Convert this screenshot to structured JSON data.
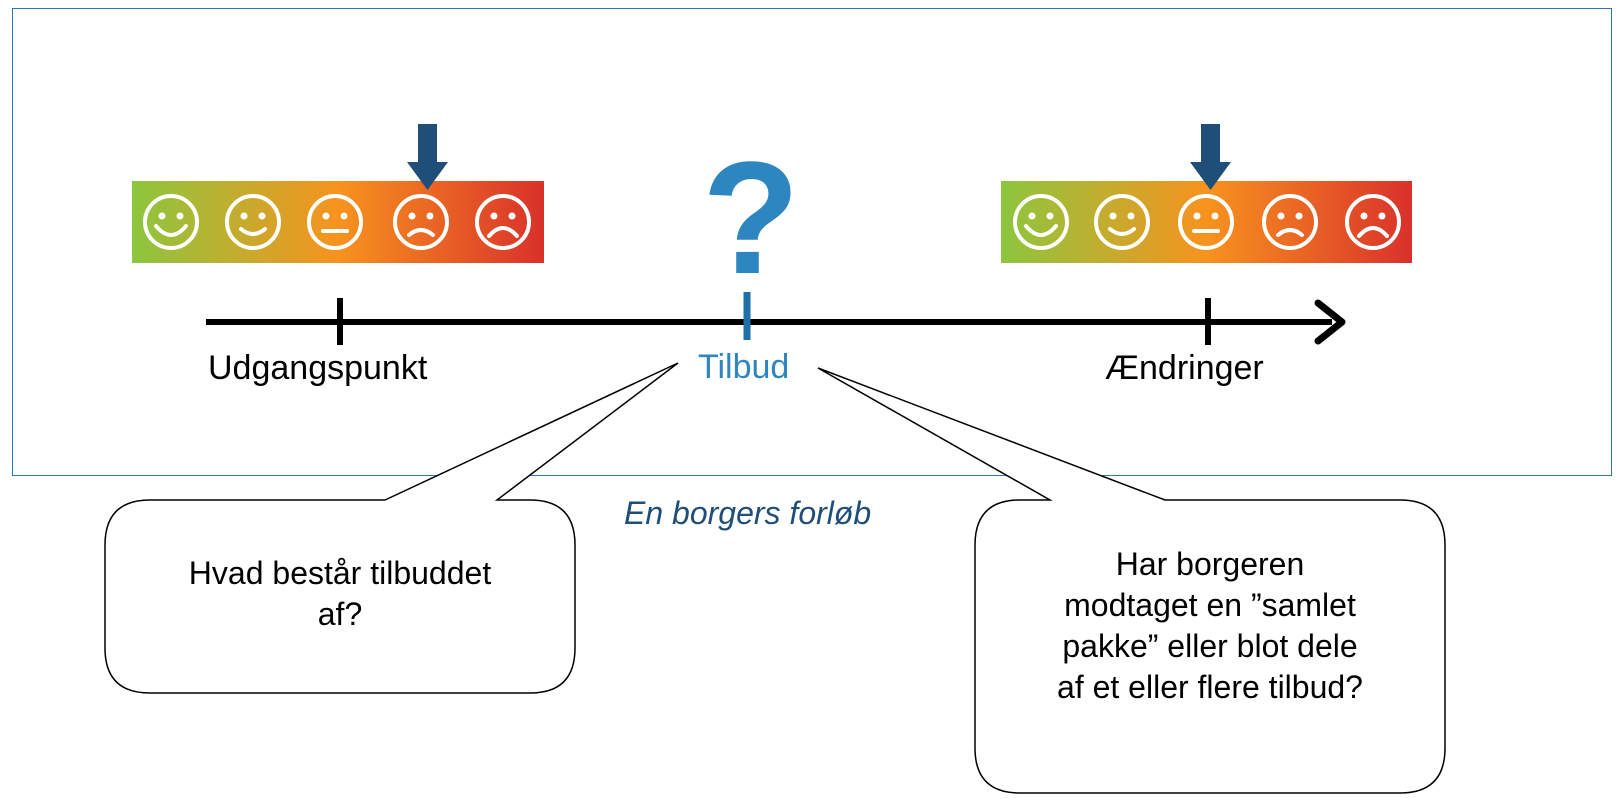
{
  "timeline": {
    "points": [
      {
        "label": "Udgangspunkt"
      },
      {
        "label": "Tilbud"
      },
      {
        "label": "Ændringer"
      }
    ],
    "unknown_marker": "?"
  },
  "scales": [
    {
      "name": "Udgangspunkt",
      "faces": [
        "very-happy",
        "happy",
        "neutral",
        "sad",
        "very-sad"
      ],
      "selected_index": 3
    },
    {
      "name": "Ændringer",
      "faces": [
        "very-happy",
        "happy",
        "neutral",
        "sad",
        "very-sad"
      ],
      "selected_index": 2
    }
  ],
  "caption": "En borgers forløb",
  "callouts": [
    {
      "lines": [
        "Hvad består tilbuddet",
        "af?"
      ]
    },
    {
      "lines": [
        "Har borgeren",
        "modtaget en ”samlet",
        "pakke” eller blot dele",
        "af et eller flere tilbud?"
      ]
    }
  ],
  "colors": {
    "border": "#2e75b6",
    "accent": "#2e86c1",
    "arrow": "#1f4e79",
    "gradient": [
      "#8dc63f",
      "#f7931e",
      "#d9312b"
    ]
  }
}
